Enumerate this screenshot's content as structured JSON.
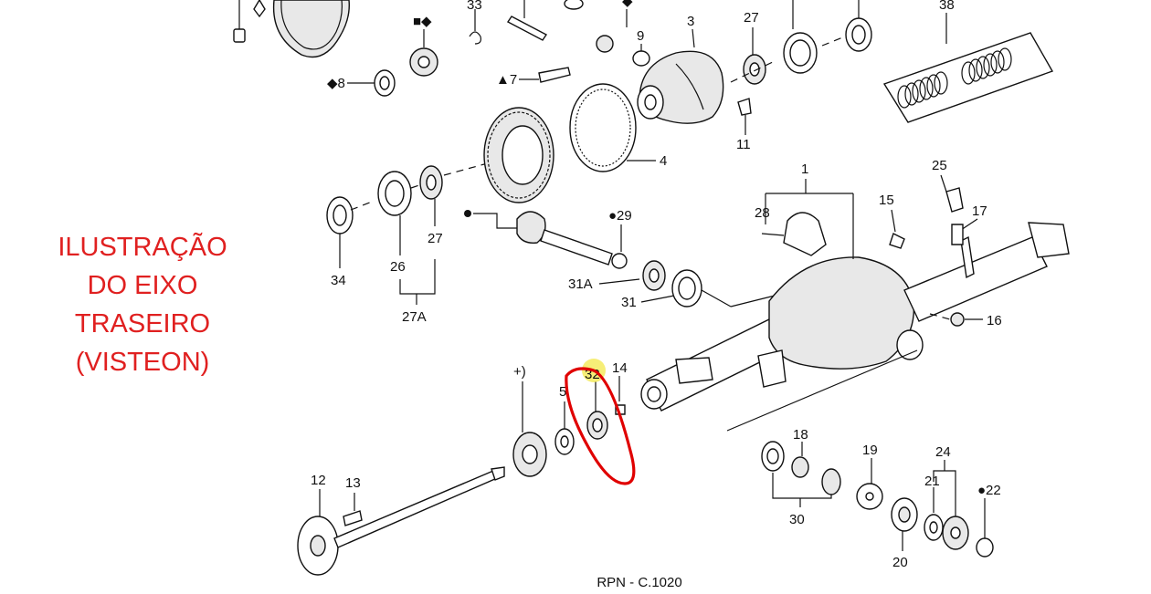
{
  "caption": {
    "lines": [
      "ILUSTRAÇÃO",
      "DO EIXO",
      "TRASEIRO",
      "(VISTEON)"
    ],
    "color": "#e02020"
  },
  "footer": {
    "reference": "RPN - C.1020"
  },
  "highlight": {
    "color": "#e00000",
    "marker_color": "#f3e84a",
    "part": "32"
  },
  "callouts": {
    "c1": "1",
    "c3": "3",
    "c4": "4",
    "c5": "5",
    "c7": "▲7",
    "c8": "◆8",
    "c9": "9",
    "c11": "11",
    "c12": "12",
    "c13": "13",
    "c14": "14",
    "c15": "15",
    "c16": "16",
    "c17": "17",
    "c18": "18",
    "c19": "19",
    "c20": "20",
    "c21": "21",
    "c22": "●22",
    "c24": "24",
    "c25": "25",
    "c26": "26",
    "c27a": "27",
    "c27b": "27",
    "c27A": "27A",
    "c28": "28",
    "c29": "●29",
    "c30": "30",
    "c31": "31",
    "c31A": "31A",
    "c32": "32",
    "c33": "33",
    "c34": "34",
    "c38": "38",
    "cplus": "+)",
    "cnine_sym": "■◆",
    "c9_sym": "◆"
  }
}
